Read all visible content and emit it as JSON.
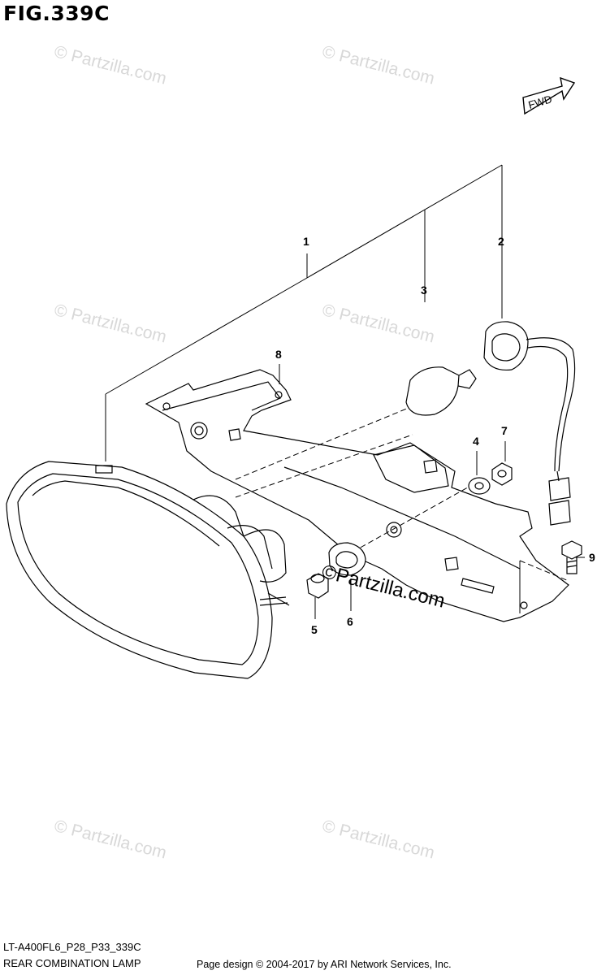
{
  "header": {
    "figure": "FIG.339C"
  },
  "footer": {
    "model_code": "LT-A400FL6_P28_P33_339C",
    "caption": "REAR COMBINATION LAMP",
    "credit": "Page design © 2004-2017 by ARI Network Services, Inc."
  },
  "fwd_label": "FWD",
  "watermark": "© Partzilla.com",
  "watermark_main": "©Partzilla.com",
  "callouts": [
    "1",
    "2",
    "3",
    "4",
    "5",
    "6",
    "7",
    "8",
    "9"
  ],
  "colors": {
    "ink": "#000000",
    "watermark": "#d8d8d8"
  }
}
